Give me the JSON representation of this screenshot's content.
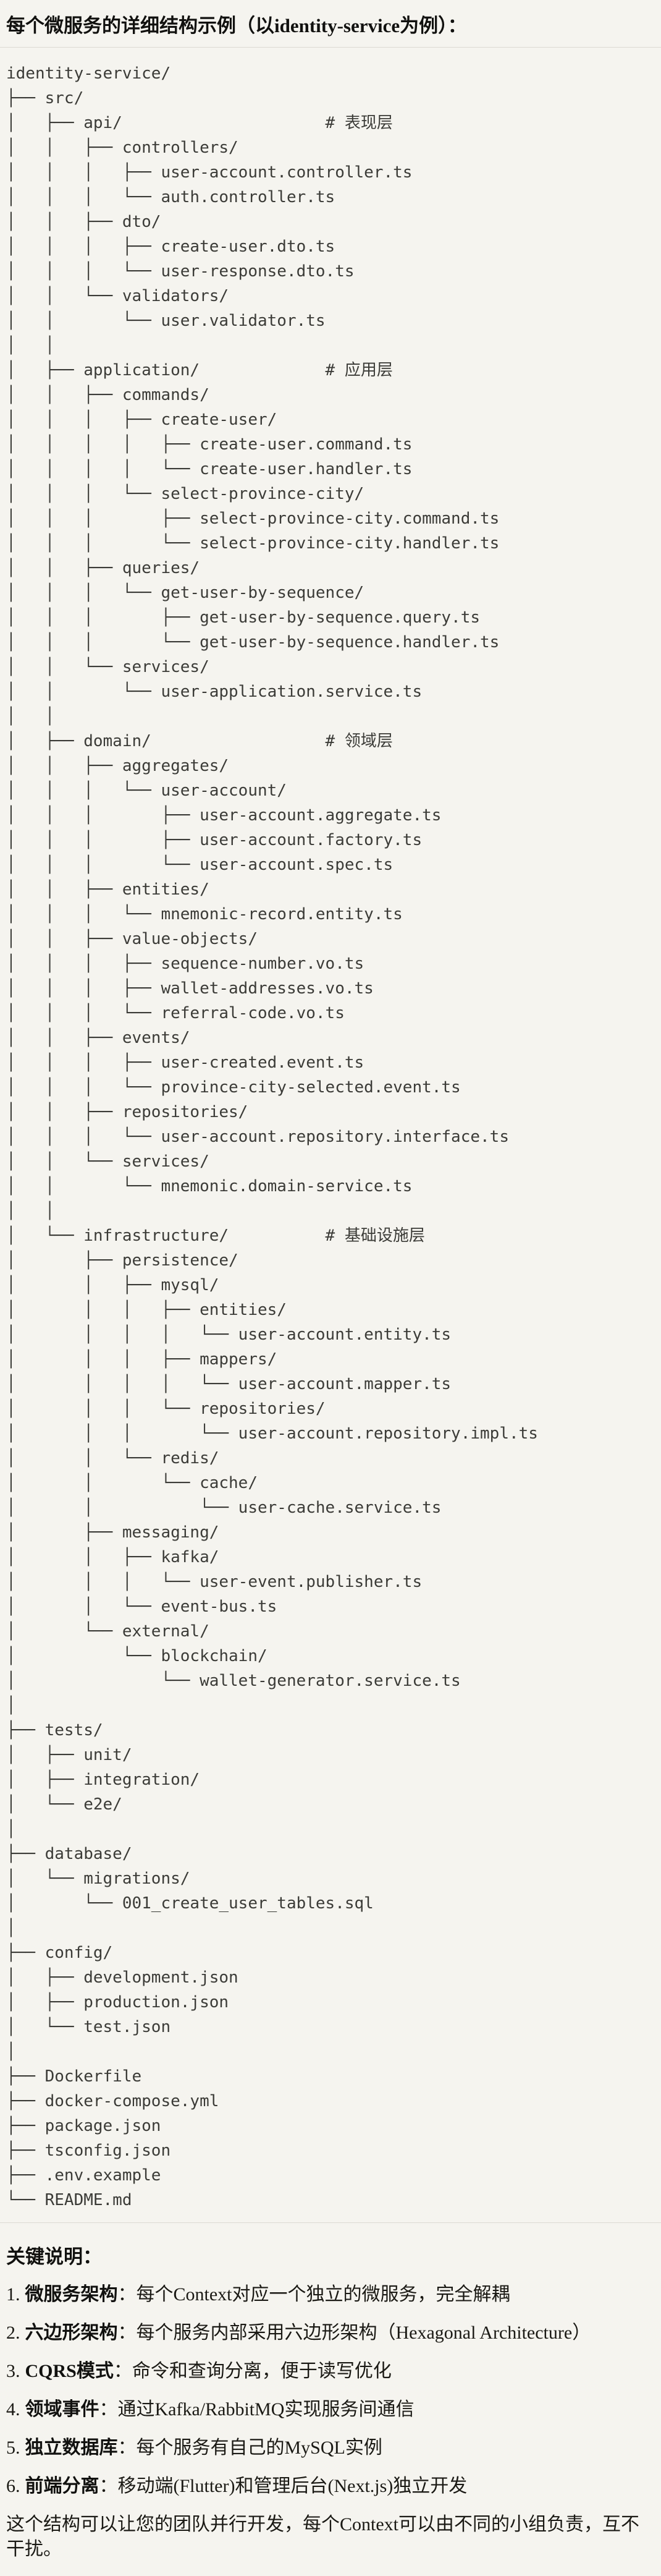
{
  "page": {
    "title": "每个微服务的详细结构示例（以identity-service为例）：",
    "background_color": "#f5f4ef",
    "divider_color": "#dcdad2",
    "code_text_color": "#3b3b37"
  },
  "code_block": {
    "tree_lines": [
      "identity-service/",
      "├── src/",
      "│   ├── api/                     # 表现层",
      "│   │   ├── controllers/",
      "│   │   │   ├── user-account.controller.ts",
      "│   │   │   └── auth.controller.ts",
      "│   │   ├── dto/",
      "│   │   │   ├── create-user.dto.ts",
      "│   │   │   └── user-response.dto.ts",
      "│   │   └── validators/",
      "│   │       └── user.validator.ts",
      "│   │",
      "│   ├── application/             # 应用层",
      "│   │   ├── commands/",
      "│   │   │   ├── create-user/",
      "│   │   │   │   ├── create-user.command.ts",
      "│   │   │   │   └── create-user.handler.ts",
      "│   │   │   └── select-province-city/",
      "│   │   │       ├── select-province-city.command.ts",
      "│   │   │       └── select-province-city.handler.ts",
      "│   │   ├── queries/",
      "│   │   │   └── get-user-by-sequence/",
      "│   │   │       ├── get-user-by-sequence.query.ts",
      "│   │   │       └── get-user-by-sequence.handler.ts",
      "│   │   └── services/",
      "│   │       └── user-application.service.ts",
      "│   │",
      "│   ├── domain/                  # 领域层",
      "│   │   ├── aggregates/",
      "│   │   │   └── user-account/",
      "│   │   │       ├── user-account.aggregate.ts",
      "│   │   │       ├── user-account.factory.ts",
      "│   │   │       └── user-account.spec.ts",
      "│   │   ├── entities/",
      "│   │   │   └── mnemonic-record.entity.ts",
      "│   │   ├── value-objects/",
      "│   │   │   ├── sequence-number.vo.ts",
      "│   │   │   ├── wallet-addresses.vo.ts",
      "│   │   │   └── referral-code.vo.ts",
      "│   │   ├── events/",
      "│   │   │   ├── user-created.event.ts",
      "│   │   │   └── province-city-selected.event.ts",
      "│   │   ├── repositories/",
      "│   │   │   └── user-account.repository.interface.ts",
      "│   │   └── services/",
      "│   │       └── mnemonic.domain-service.ts",
      "│   │",
      "│   └── infrastructure/          # 基础设施层",
      "│       ├── persistence/",
      "│       │   ├── mysql/",
      "│       │   │   ├── entities/",
      "│       │   │   │   └── user-account.entity.ts",
      "│       │   │   ├── mappers/",
      "│       │   │   │   └── user-account.mapper.ts",
      "│       │   │   └── repositories/",
      "│       │   │       └── user-account.repository.impl.ts",
      "│       │   └── redis/",
      "│       │       └── cache/",
      "│       │           └── user-cache.service.ts",
      "│       ├── messaging/",
      "│       │   ├── kafka/",
      "│       │   │   └── user-event.publisher.ts",
      "│       │   └── event-bus.ts",
      "│       └── external/",
      "│           └── blockchain/",
      "│               └── wallet-generator.service.ts",
      "│",
      "├── tests/",
      "│   ├── unit/",
      "│   ├── integration/",
      "│   └── e2e/",
      "│",
      "├── database/",
      "│   └── migrations/",
      "│       └── 001_create_user_tables.sql",
      "│",
      "├── config/",
      "│   ├── development.json",
      "│   ├── production.json",
      "│   └── test.json",
      "│",
      "├── Dockerfile",
      "├── docker-compose.yml",
      "├── package.json",
      "├── tsconfig.json",
      "├── .env.example",
      "└── README.md"
    ]
  },
  "notes": {
    "heading": "关键说明：",
    "items": [
      {
        "number": "1.",
        "label": "微服务架构",
        "text": "：每个Context对应一个独立的微服务，完全解耦"
      },
      {
        "number": "2.",
        "label": "六边形架构",
        "text": "：每个服务内部采用六边形架构（Hexagonal Architecture）"
      },
      {
        "number": "3.",
        "label": "CQRS模式",
        "text": "：命令和查询分离，便于读写优化"
      },
      {
        "number": "4.",
        "label": "领域事件",
        "text": "：通过Kafka/RabbitMQ实现服务间通信"
      },
      {
        "number": "5.",
        "label": "独立数据库",
        "text": "：每个服务有自己的MySQL实例"
      },
      {
        "number": "6.",
        "label": "前端分离",
        "text": "：移动端(Flutter)和管理后台(Next.js)独立开发"
      }
    ],
    "closing": "这个结构可以让您的团队并行开发，每个Context可以由不同的小组负责，互不干扰。"
  }
}
